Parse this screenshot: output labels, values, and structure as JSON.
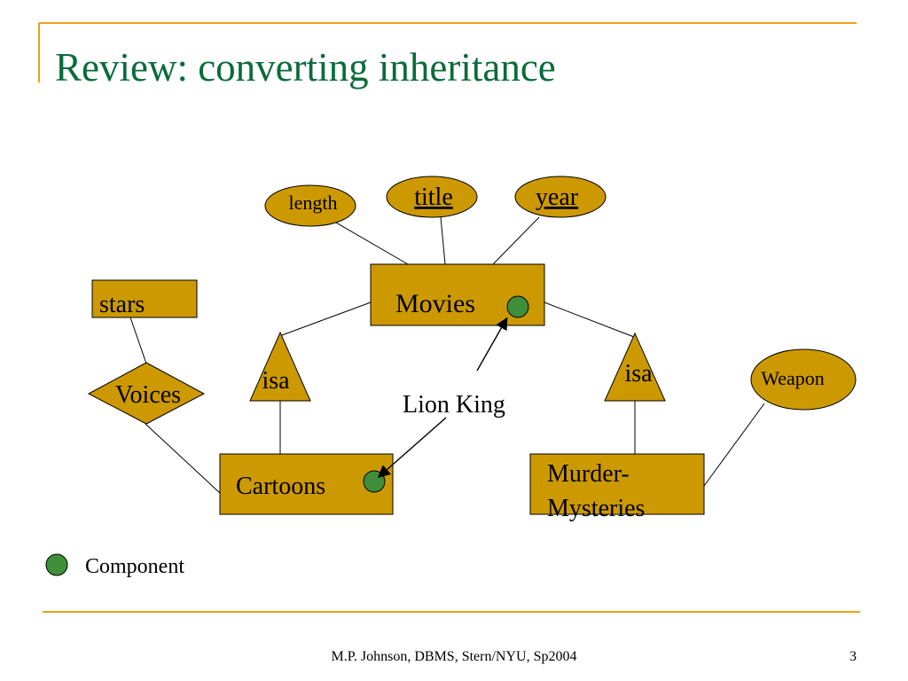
{
  "slide": {
    "title": "Review: converting inheritance",
    "footer": "M.P. Johnson, DBMS, Stern/NYU, Sp2004",
    "page_number": "3"
  },
  "diagram": {
    "attributes": {
      "length": "length",
      "title": "title",
      "year": "year",
      "weapon": "Weapon"
    },
    "entities": {
      "movies": "Movies",
      "cartoons": "Cartoons",
      "murder_mysteries_line1": "Murder-",
      "murder_mysteries_line2": "Mysteries",
      "stars": "stars"
    },
    "relationships": {
      "voices": "Voices",
      "isa_left": "isa",
      "isa_right": "isa"
    },
    "annotation": "Lion King",
    "legend": {
      "label": "Component"
    }
  },
  "colors": {
    "title_green": "#0b6b3a",
    "accent_gold": "#e8a317",
    "shape_fill": "#cc9900",
    "component_green": "#3f8f3a"
  }
}
